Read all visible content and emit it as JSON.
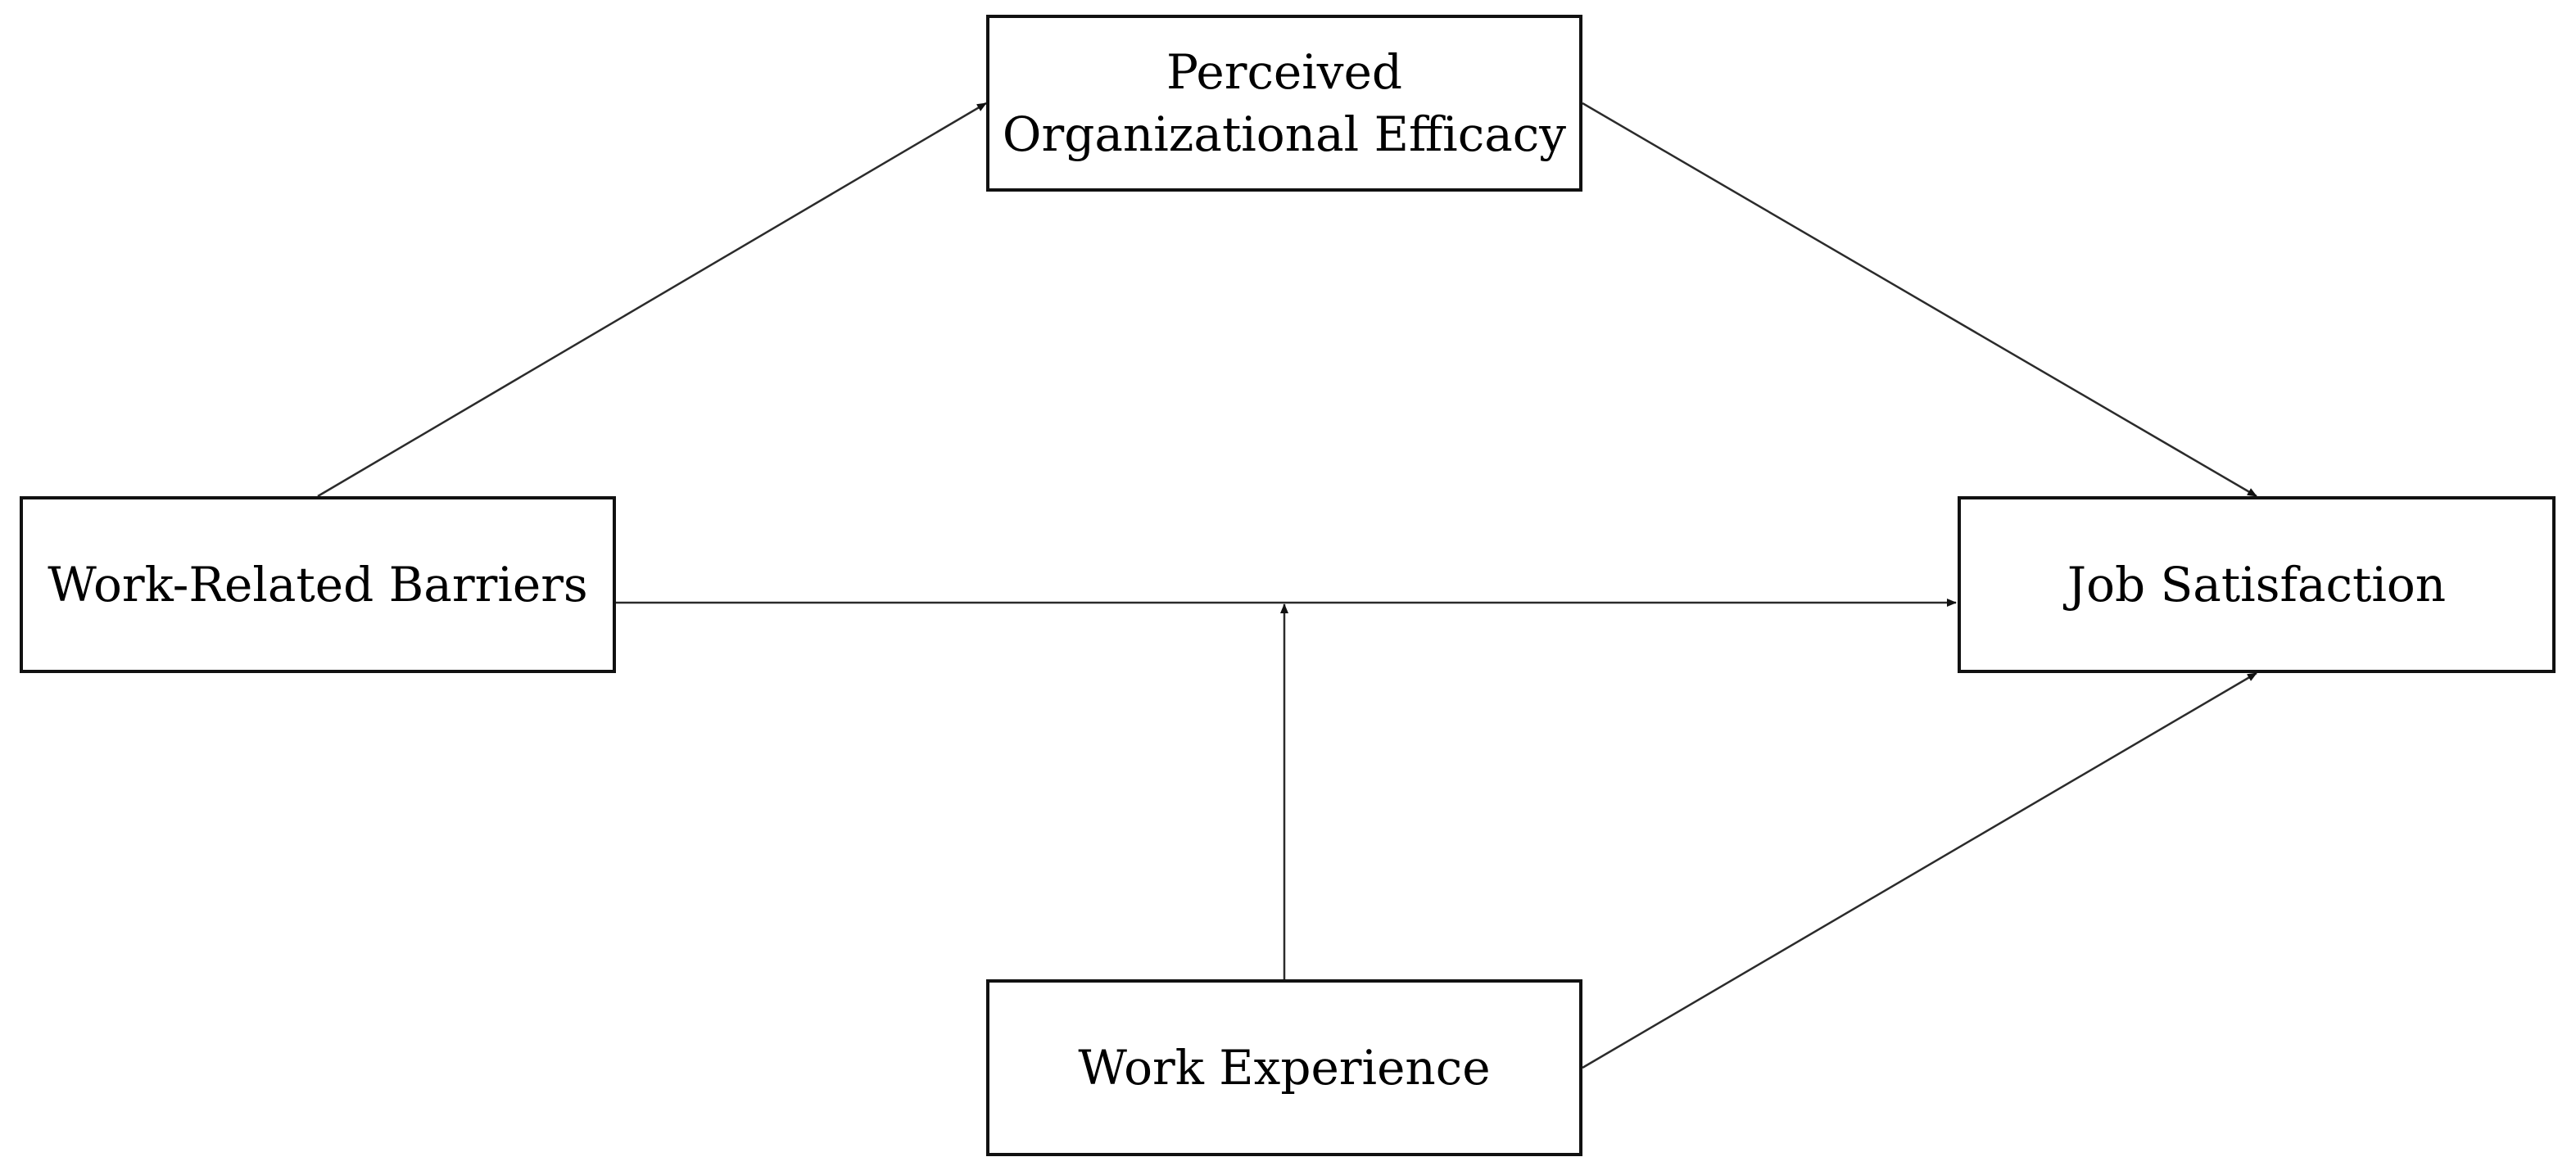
{
  "diagram": {
    "nodes": {
      "perceived_organizational_efficacy": {
        "line1": "Perceived",
        "line2": "Organizational Efficacy"
      },
      "work_related_barriers": {
        "label": "Work-Related Barriers"
      },
      "job_satisfaction": {
        "label": "Job Satisfaction"
      },
      "work_experience": {
        "label": "Work Experience"
      }
    },
    "edges": [
      {
        "from": "Work-Related Barriers",
        "to": "Perceived Organizational Efficacy"
      },
      {
        "from": "Perceived Organizational Efficacy",
        "to": "Job Satisfaction"
      },
      {
        "from": "Work-Related Barriers",
        "to": "Job Satisfaction"
      },
      {
        "from": "Work Experience",
        "to": "Work-Related Barriers → Job Satisfaction path"
      },
      {
        "from": "Work Experience",
        "to": "Job Satisfaction"
      }
    ],
    "colors": {
      "line": "#2b2b2b",
      "border": "#111111",
      "background": "#ffffff"
    }
  }
}
